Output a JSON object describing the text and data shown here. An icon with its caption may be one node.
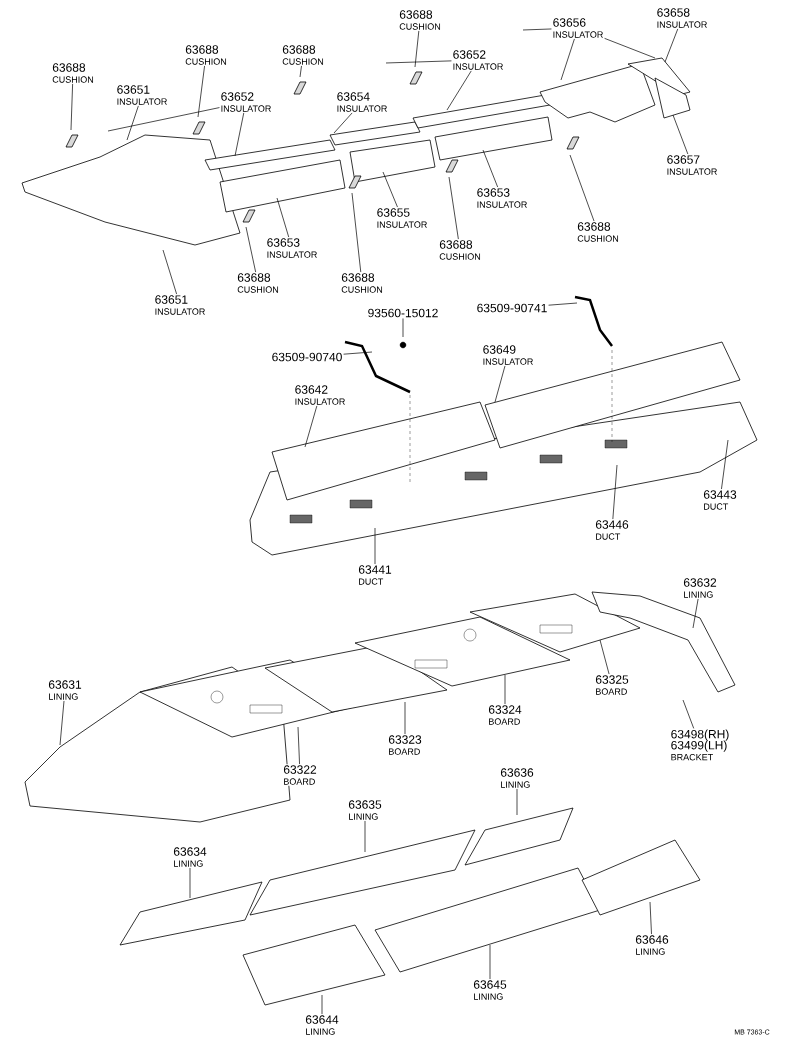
{
  "diagram": {
    "nodes": [
      {
        "text": [
          "63688",
          "CUSHION"
        ]
      },
      {
        "text": [
          "63651",
          "INSULATOR"
        ]
      },
      {
        "text": [
          "63688",
          "CUSHION"
        ]
      },
      {
        "text": [
          "63652",
          "INSULATOR"
        ]
      },
      {
        "text": [
          "63688",
          "CUSHION"
        ]
      },
      {
        "text": [
          "63654",
          "INSULATOR"
        ]
      },
      {
        "text": [
          "63688",
          "CUSHION"
        ]
      },
      {
        "text": [
          "63652",
          "INSULATOR"
        ]
      },
      {
        "text": [
          "63656",
          "INSULATOR"
        ]
      },
      {
        "text": [
          "63658",
          "INSULATOR"
        ]
      },
      {
        "text": [
          "63657",
          "INSULATOR"
        ]
      },
      {
        "text": [
          "63653",
          "INSULATOR"
        ]
      },
      {
        "text": [
          "63688",
          "CUSHION"
        ]
      },
      {
        "text": [
          "63655",
          "INSULATOR"
        ]
      },
      {
        "text": [
          "63688",
          "CUSHION"
        ]
      },
      {
        "text": [
          "63653",
          "INSULATOR"
        ]
      },
      {
        "text": [
          "63688",
          "CUSHION"
        ]
      },
      {
        "text": [
          "63688",
          "CUSHION"
        ]
      },
      {
        "text": [
          "63651",
          "INSULATOR"
        ]
      },
      {
        "text": [
          "93560-15012"
        ]
      },
      {
        "text": [
          "63509-90741"
        ]
      },
      {
        "text": [
          "63509-90740"
        ]
      },
      {
        "text": [
          "63649",
          "INSULATOR"
        ]
      },
      {
        "text": [
          "63642",
          "INSULATOR"
        ]
      },
      {
        "text": [
          "63441",
          "DUCT"
        ]
      },
      {
        "text": [
          "63446",
          "DUCT"
        ]
      },
      {
        "text": [
          "63443",
          "DUCT"
        ]
      },
      {
        "text": [
          "63632",
          "LINING"
        ]
      },
      {
        "text": [
          "63631",
          "LINING"
        ]
      },
      {
        "text": [
          "63322",
          "BOARD"
        ]
      },
      {
        "text": [
          "63323",
          "BOARD"
        ]
      },
      {
        "text": [
          "63324",
          "BOARD"
        ]
      },
      {
        "text": [
          "63325",
          "BOARD"
        ]
      },
      {
        "text": [
          "63498(RH)",
          "63499(LH)",
          "BRACKET"
        ]
      },
      {
        "text": [
          "63636",
          "LINING"
        ]
      },
      {
        "text": [
          "63635",
          "LINING"
        ]
      },
      {
        "text": [
          "63634",
          "LINING"
        ]
      },
      {
        "text": [
          "63646",
          "LINING"
        ]
      },
      {
        "text": [
          "63645",
          "LINING"
        ]
      },
      {
        "text": [
          "63644",
          "LINING"
        ]
      }
    ],
    "edges": [
      {
        "from": 0,
        "to": null,
        "arrow": "none"
      },
      {
        "from": 1,
        "to": null,
        "arrow": "none"
      },
      {
        "from": 2,
        "to": null,
        "arrow": "none"
      },
      {
        "from": 3,
        "to": null,
        "arrow": "none"
      },
      {
        "from": 3,
        "to": null,
        "arrow": "none"
      },
      {
        "from": 4,
        "to": null,
        "arrow": "none"
      },
      {
        "from": 5,
        "to": null,
        "arrow": "none"
      },
      {
        "from": 6,
        "to": null,
        "arrow": "none"
      },
      {
        "from": 7,
        "to": null,
        "arrow": "none"
      },
      {
        "from": 7,
        "to": null,
        "arrow": "none"
      },
      {
        "from": 8,
        "to": null,
        "arrow": "none"
      },
      {
        "from": 8,
        "to": null,
        "arrow": "none"
      },
      {
        "from": 8,
        "to": null,
        "arrow": "none"
      },
      {
        "from": 9,
        "to": null,
        "arrow": "none"
      },
      {
        "from": 10,
        "to": null,
        "arrow": "none"
      },
      {
        "from": 11,
        "to": null,
        "arrow": "none"
      },
      {
        "from": 12,
        "to": null,
        "arrow": "none"
      },
      {
        "from": 13,
        "to": null,
        "arrow": "none"
      },
      {
        "from": 14,
        "to": null,
        "arrow": "none"
      },
      {
        "from": 15,
        "to": null,
        "arrow": "none"
      },
      {
        "from": 16,
        "to": null,
        "arrow": "none"
      },
      {
        "from": 17,
        "to": null,
        "arrow": "none"
      },
      {
        "from": 18,
        "to": null,
        "arrow": "none"
      },
      {
        "from": 19,
        "to": null,
        "arrow": "none"
      },
      {
        "from": 20,
        "to": null,
        "arrow": "none"
      },
      {
        "from": 21,
        "to": null,
        "arrow": "none"
      },
      {
        "from": 22,
        "to": null,
        "arrow": "none"
      },
      {
        "from": 23,
        "to": null,
        "arrow": "none"
      },
      {
        "from": 24,
        "to": null,
        "arrow": "none"
      },
      {
        "from": 25,
        "to": null,
        "arrow": "none"
      },
      {
        "from": 26,
        "to": null,
        "arrow": "none"
      },
      {
        "from": 27,
        "to": null,
        "arrow": "none"
      },
      {
        "from": 28,
        "to": null,
        "arrow": "none"
      },
      {
        "from": 29,
        "to": null,
        "arrow": "none"
      },
      {
        "from": 30,
        "to": null,
        "arrow": "none"
      },
      {
        "from": 31,
        "to": null,
        "arrow": "none"
      },
      {
        "from": 32,
        "to": null,
        "arrow": "none"
      },
      {
        "from": 33,
        "to": null,
        "arrow": "none"
      },
      {
        "from": 34,
        "to": null,
        "arrow": "none"
      },
      {
        "from": 35,
        "to": null,
        "arrow": "none"
      },
      {
        "from": 36,
        "to": null,
        "arrow": "none"
      },
      {
        "from": 37,
        "to": null,
        "arrow": "none"
      },
      {
        "from": 38,
        "to": null,
        "arrow": "none"
      },
      {
        "from": 39,
        "to": null,
        "arrow": "none"
      }
    ],
    "labels": [
      "MB 7363-C"
    ]
  }
}
